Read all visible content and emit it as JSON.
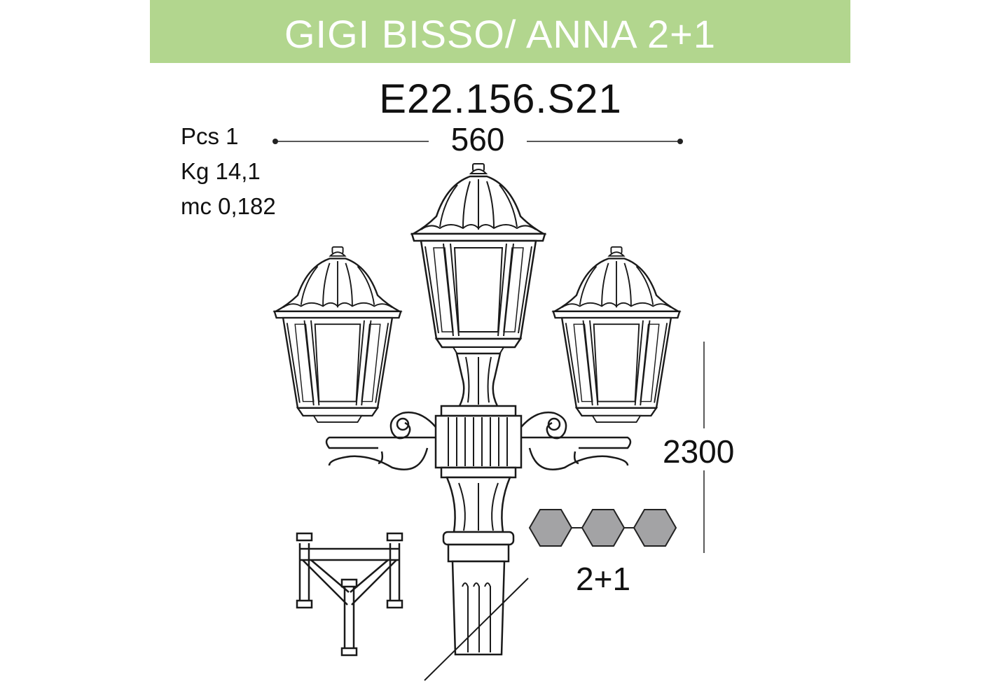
{
  "header": {
    "title": "GIGI BISSO/ ANNA 2+1",
    "background": "#b2d68e",
    "title_color": "#ffffff"
  },
  "product_code": "E22.156.S21",
  "specs": [
    {
      "label": "Pcs",
      "value": "1",
      "text": "Pcs 1"
    },
    {
      "label": "Kg",
      "value": "14,1",
      "text": "Kg 14,1"
    },
    {
      "label": "mc",
      "value": "0,182",
      "text": "mc 0,182"
    }
  ],
  "dimensions": {
    "width": "560",
    "height": "2300"
  },
  "configuration": {
    "label": "2+1",
    "heads": 3,
    "icon": "hexagon-icon",
    "icon_fill": "#a3a3a5"
  },
  "illustration": {
    "lamp_icon": "lantern-icon",
    "base_icon": "mounting-base-icon",
    "line_color": "#1a1a1a"
  }
}
